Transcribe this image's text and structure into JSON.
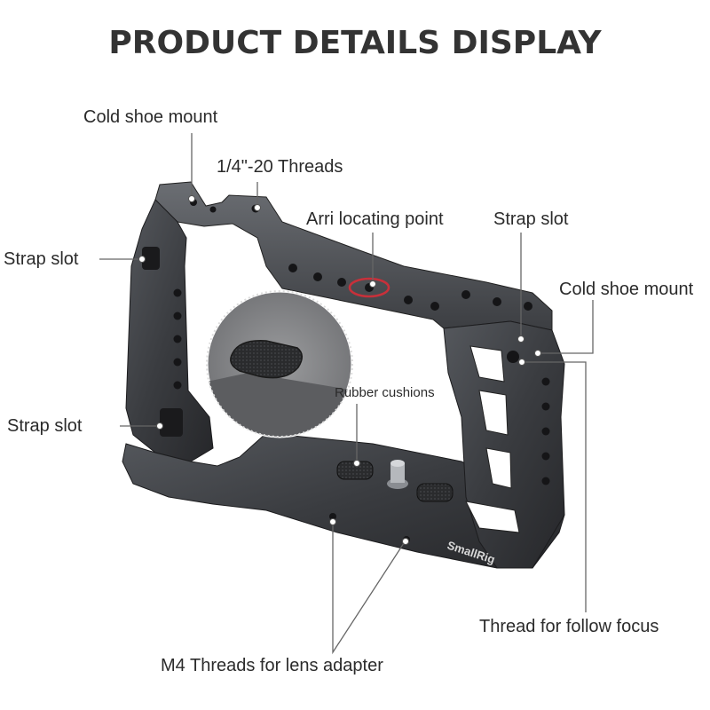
{
  "page": {
    "title": "PRODUCT DETAILS DISPLAY",
    "brand": "SmallRig"
  },
  "labels": {
    "cold_shoe_left": "Cold shoe mount",
    "threads_quarter": "1/4\"-20 Threads",
    "arri_point": "Arri locating point",
    "strap_slot_right": "Strap slot",
    "strap_slot_upper_left": "Strap slot",
    "cold_shoe_right": "Cold shoe mount",
    "rubber_cushions": "Rubber cushions",
    "strap_slot_lower_left": "Strap slot",
    "follow_focus": "Thread for follow focus",
    "m4_threads": "M4 Threads for lens adapter"
  },
  "colors": {
    "background": "#ffffff",
    "title": "#333333",
    "label_text": "#2b2b2b",
    "leader_line": "#666666",
    "cage_metal": "#3a3c40",
    "cage_highlight": "#5a5d62",
    "arri_highlight": "#c8303a"
  }
}
